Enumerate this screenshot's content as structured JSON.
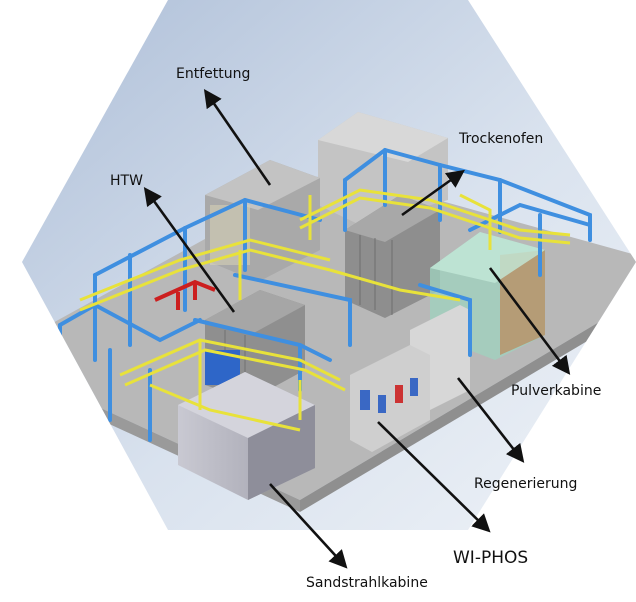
{
  "labels": {
    "entfettung": "Entfettung",
    "trockenofen": "Trockenofen",
    "htw": "HTW",
    "pulverkabine": "Pulverkabine",
    "regenerierung": "Regenerierung",
    "wiphos": "WI-PHOS",
    "sandstrahlkabine": "Sandstrahlkabine"
  },
  "colors": {
    "hexagon_background": "#c9d6e6",
    "floor": "#b5b5b5",
    "frame_blue": "#3f8fe0",
    "pipe_yellow": "#e8e23a",
    "pipe_red": "#cc1f1f",
    "arrow": "#111111"
  },
  "icons": {
    "arrow": "arrow-head"
  }
}
